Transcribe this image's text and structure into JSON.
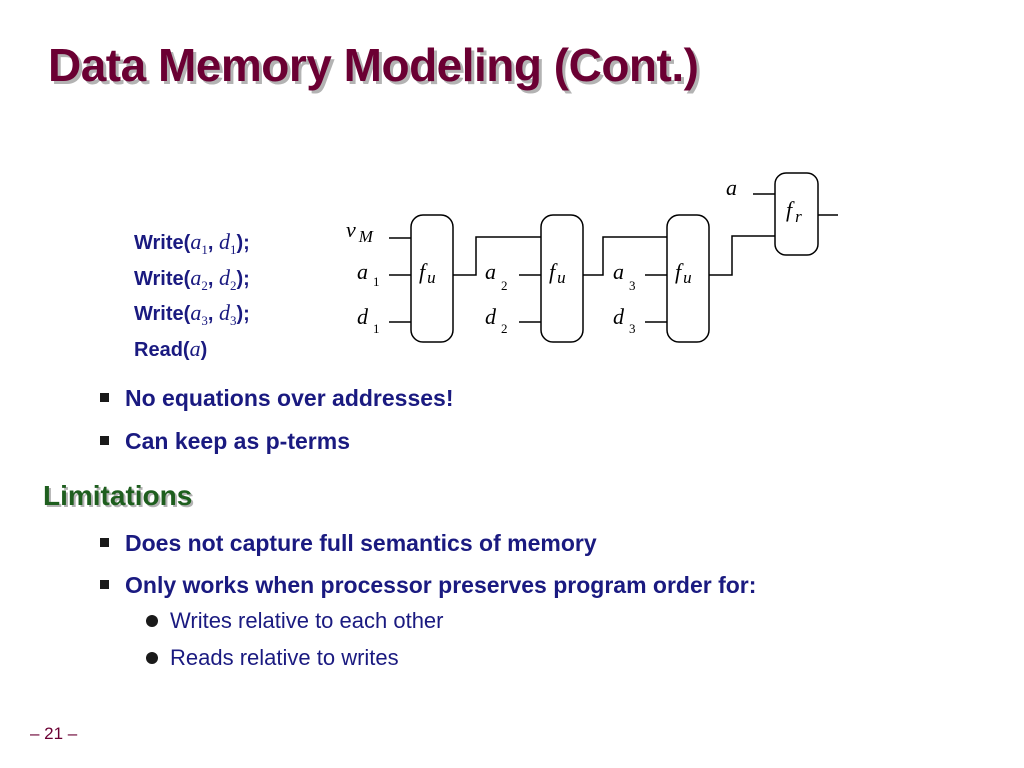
{
  "title": "Data Memory Modeling (Cont.)",
  "code_lines": [
    {
      "fn": "Write(",
      "a": "a",
      "a_sub": "1",
      "sep": ", ",
      "d": "d",
      "d_sub": "1",
      "end": ");"
    },
    {
      "fn": "Write(",
      "a": "a",
      "a_sub": "2",
      "sep": ", ",
      "d": "d",
      "d_sub": "2",
      "end": ");"
    },
    {
      "fn": "Write(",
      "a": "a",
      "a_sub": "3",
      "sep": ", ",
      "d": "d",
      "d_sub": "3",
      "end": ");"
    },
    {
      "fn": "Read(",
      "a": "a",
      "end": ")"
    }
  ],
  "diagram": {
    "read_addr": "a",
    "read_fn": "f",
    "read_fn_sub": "r",
    "initial_mem": "v",
    "initial_mem_sub": "M",
    "update_fn": "f",
    "update_fn_sub": "u",
    "addr_var": "a",
    "data_var": "d",
    "indices": [
      "1",
      "2",
      "3"
    ]
  },
  "bullets": [
    "No equations over addresses!",
    "Can keep as p-terms"
  ],
  "limitations_heading": "Limitations",
  "limitations": [
    "Does not capture full semantics of memory",
    "Only works when processor preserves program order for:"
  ],
  "sub_bullets": [
    "Writes relative to each other",
    "Reads relative to writes"
  ],
  "page_number": "– 21 –",
  "colors": {
    "title": "#6b0033",
    "body_text": "#1a1a80",
    "heading": "#1e5e1e",
    "shadow": "#b3b3b3"
  },
  "icons": {
    "bullet_level1": "square-bullet-icon",
    "bullet_level2": "round-bullet-icon"
  }
}
